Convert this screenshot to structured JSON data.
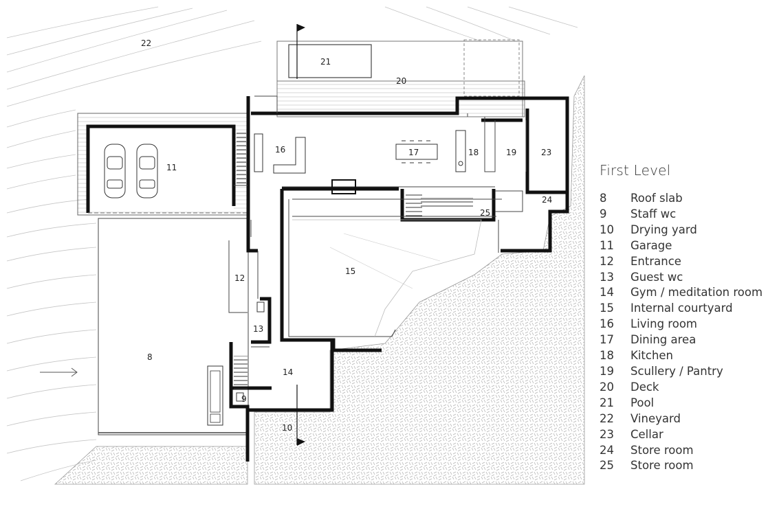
{
  "legend": {
    "title": "First Level",
    "items": [
      {
        "num": "8",
        "name": "Roof slab"
      },
      {
        "num": "9",
        "name": "Staff wc"
      },
      {
        "num": "10",
        "name": "Drying yard"
      },
      {
        "num": "11",
        "name": "Garage"
      },
      {
        "num": "12",
        "name": "Entrance"
      },
      {
        "num": "13",
        "name": "Guest wc"
      },
      {
        "num": "14",
        "name": "Gym / meditation room"
      },
      {
        "num": "15",
        "name": "Internal courtyard"
      },
      {
        "num": "16",
        "name": "Living room"
      },
      {
        "num": "17",
        "name": "Dining area"
      },
      {
        "num": "18",
        "name": "Kitchen"
      },
      {
        "num": "19",
        "name": "Scullery / Pantry"
      },
      {
        "num": "20",
        "name": "Deck"
      },
      {
        "num": "21",
        "name": "Pool"
      },
      {
        "num": "22",
        "name": "Vineyard"
      },
      {
        "num": "23",
        "name": "Cellar"
      },
      {
        "num": "24",
        "name": "Store room"
      },
      {
        "num": "25",
        "name": "Store room"
      }
    ]
  },
  "rooms": {
    "r8": "8",
    "r9": "9",
    "r10": "10",
    "r11": "11",
    "r12": "12",
    "r13": "13",
    "r14": "14",
    "r15": "15",
    "r16": "16",
    "r17": "17",
    "r18": "18",
    "r19": "19",
    "r20": "20",
    "r21": "21",
    "r22": "22",
    "r23": "23",
    "r24": "24",
    "r25": "25"
  },
  "colors": {
    "wall": "#111111",
    "line": "#999999",
    "hatch": "#bdbdbd"
  }
}
